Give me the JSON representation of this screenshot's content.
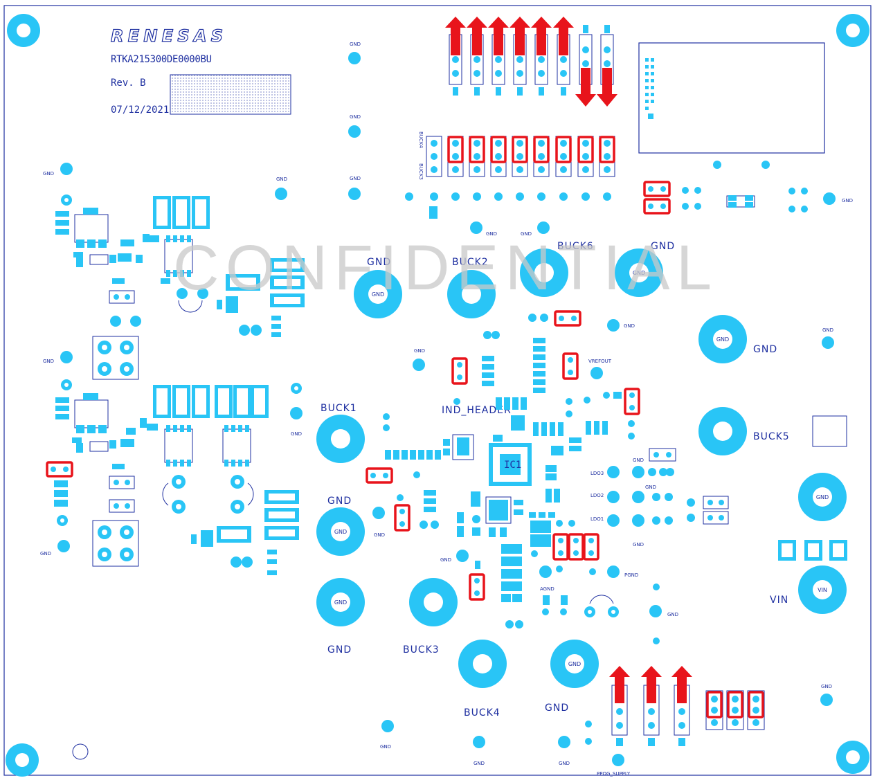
{
  "colors": {
    "pad": "#29c5f6",
    "silk": "#1e2fa0",
    "marker": "#e8141b",
    "watermark": "#c8c8c8"
  },
  "logo": {
    "text": "RENESAS"
  },
  "board_info": {
    "part_number": "RTKA215300DE0000BU",
    "revision": "Rev. B",
    "date": "07/12/2021"
  },
  "watermark": "CONFIDENTIAL",
  "labels": {
    "buck1": "BUCK1",
    "buck2": "BUCK2",
    "buck3": "BUCK3",
    "buck4": "BUCK4",
    "buck5": "BUCK5",
    "buck6": "BUCK6",
    "gnd": "GND",
    "vin": "VIN",
    "ind": "IND_HEADER"
  },
  "small_labels": {
    "gnd": "GND",
    "vrefout": "VREFOUT",
    "ldo1": "LDO1",
    "ldo2": "LDO2",
    "ldo3": "LDO3",
    "agnd": "AGND",
    "pgnd": "PGND",
    "ppog": "PPOG_SUPPLY",
    "buck4_hdr": "BUCK4",
    "buck3_hdr": "BUCK3"
  },
  "pad_text": {
    "gnd": "GND",
    "vin": "VIN"
  },
  "ic_label": "IC1"
}
